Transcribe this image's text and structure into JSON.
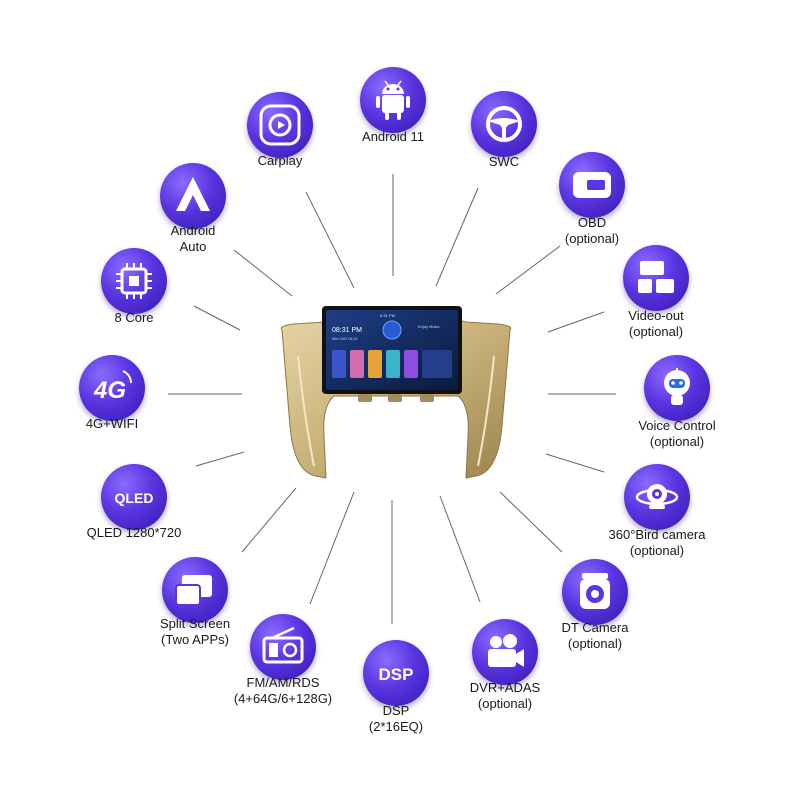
{
  "center": {
    "screen_time": "08:31 PM",
    "status_time": "8:31 PM",
    "app_name": "Enjoy Music",
    "date_text": "Mon 2021.06.19"
  },
  "features": [
    {
      "key": "android11",
      "icon": "android-icon",
      "lines": [
        "Android 11"
      ]
    },
    {
      "key": "swc",
      "icon": "steering-wheel-icon",
      "lines": [
        "SWC"
      ]
    },
    {
      "key": "obd",
      "icon": "obd-icon",
      "lines": [
        "OBD",
        "(optional)"
      ]
    },
    {
      "key": "video-out",
      "icon": "video-out-icon",
      "lines": [
        "Video-out",
        "(optional)"
      ]
    },
    {
      "key": "voice-control",
      "icon": "robot-icon",
      "lines": [
        "Voice Control",
        "(optional)"
      ]
    },
    {
      "key": "bird-camera",
      "icon": "360-camera-icon",
      "lines": [
        "360°Bird camera",
        "(optional)"
      ]
    },
    {
      "key": "dt-camera",
      "icon": "dash-camera-icon",
      "lines": [
        "DT Camera",
        "(optional)"
      ]
    },
    {
      "key": "dvr-adas",
      "icon": "video-camera-icon",
      "lines": [
        "DVR+ADAS",
        "(optional)"
      ]
    },
    {
      "key": "dsp",
      "icon": "dsp-icon",
      "lines": [
        "DSP",
        "(2*16EQ)"
      ]
    },
    {
      "key": "fm-am-rds",
      "icon": "radio-icon",
      "lines": [
        "FM/AM/RDS",
        "(4+64G/6+128G)"
      ]
    },
    {
      "key": "split-screen",
      "icon": "split-screen-icon",
      "lines": [
        "Split Screen",
        "(Two APPs)"
      ]
    },
    {
      "key": "qled",
      "icon": "qled-icon",
      "lines": [
        "QLED 1280*720"
      ]
    },
    {
      "key": "4g-wifi",
      "icon": "4g-icon",
      "lines": [
        "4G+WIFI"
      ]
    },
    {
      "key": "8core",
      "icon": "chip-icon",
      "lines": [
        "8 Core"
      ]
    },
    {
      "key": "android-auto",
      "icon": "android-auto-icon",
      "lines": [
        "Android",
        "Auto"
      ]
    },
    {
      "key": "carplay",
      "icon": "carplay-icon",
      "lines": [
        "Carplay"
      ]
    }
  ],
  "icon_text": {
    "dsp": "DSP",
    "4g": "4G",
    "qled": "QLED"
  },
  "colors": {
    "circle_main": "#5a35e0",
    "circle_dark": "#3517b0",
    "bezel_gold": "#c9b27a",
    "spoke": "#666666"
  }
}
